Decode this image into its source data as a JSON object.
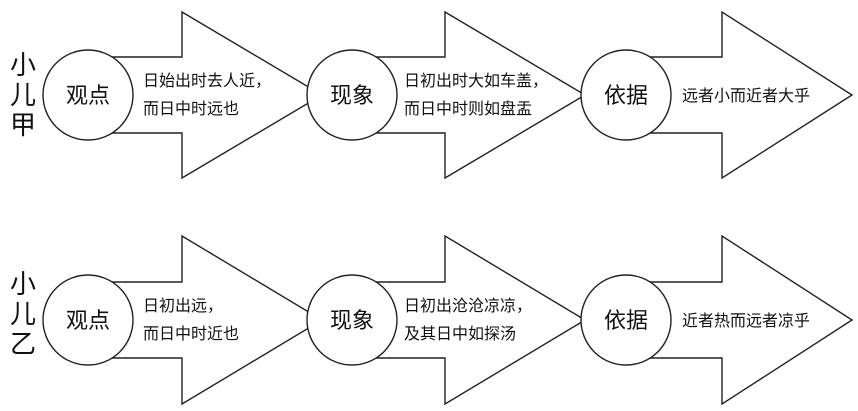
{
  "rows": [
    {
      "speaker": [
        "小",
        "儿",
        "甲"
      ],
      "stages": [
        {
          "circle": "观点",
          "text": [
            "日始出时去人近，",
            "而日中时远也"
          ]
        },
        {
          "circle": "现象",
          "text": [
            "日初出时大如车盖，",
            "而日中时则如盘盂"
          ]
        },
        {
          "circle": "依据",
          "text": [
            "远者小而近者大乎"
          ]
        }
      ]
    },
    {
      "speaker": [
        "小",
        "儿",
        "乙"
      ],
      "stages": [
        {
          "circle": "观点",
          "text": [
            "日初出远，",
            "而日中时近也"
          ]
        },
        {
          "circle": "现象",
          "text": [
            "日初出沧沧凉凉，",
            "及其日中如探汤"
          ]
        },
        {
          "circle": "依据",
          "text": [
            "近者热而远者凉乎"
          ]
        }
      ]
    }
  ]
}
